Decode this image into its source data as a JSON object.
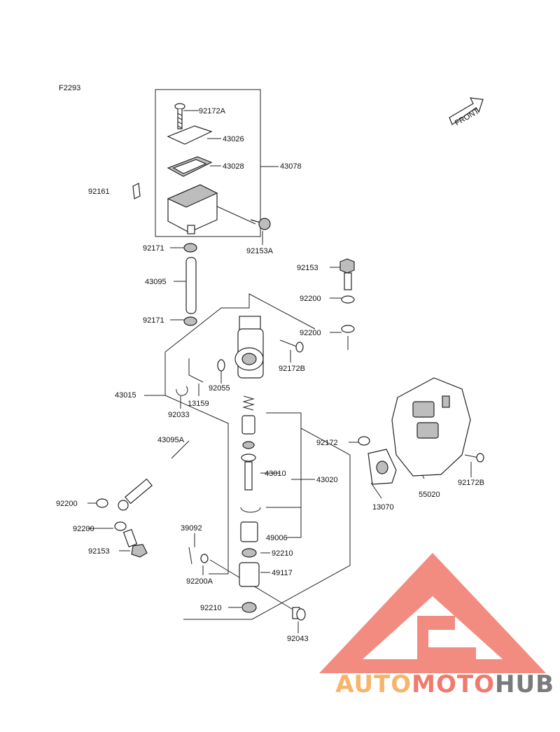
{
  "figure_code": "F2293",
  "front_label": "FRONT",
  "watermark": {
    "part1": "AUTO",
    "part2": "MOTO",
    "part3": "HUB"
  },
  "colors": {
    "watermark_triangle": "#f27f72",
    "watermark_orange": "#f7b56a",
    "watermark_red": "#f07a6d",
    "watermark_grey": "#7a7a7a"
  },
  "callouts": {
    "c92172A": "92172A",
    "c43026": "43026",
    "c43028": "43028",
    "c43078": "43078",
    "c92161": "92161",
    "c92153A": "92153A",
    "c92171a": "92171",
    "c43095": "43095",
    "c92171b": "92171",
    "c92153a": "92153",
    "c92200a": "92200",
    "c92200b": "92200",
    "c92172B": "92172B",
    "c92055": "92055",
    "c43015": "43015",
    "c13159": "13159",
    "c92033": "92033",
    "c92172": "92172",
    "c55020": "55020",
    "c92172Bb": "92172B",
    "c13070": "13070",
    "c43095A": "43095A",
    "c43010": "43010",
    "c43020": "43020",
    "c92200c": "92200",
    "c92200d": "92200",
    "c92153b": "92153",
    "c49006": "49006",
    "c39092": "39092",
    "c92210a": "92210",
    "c49117": "49117",
    "c92200A": "92200A",
    "c92210b": "92210",
    "c92043": "92043"
  }
}
